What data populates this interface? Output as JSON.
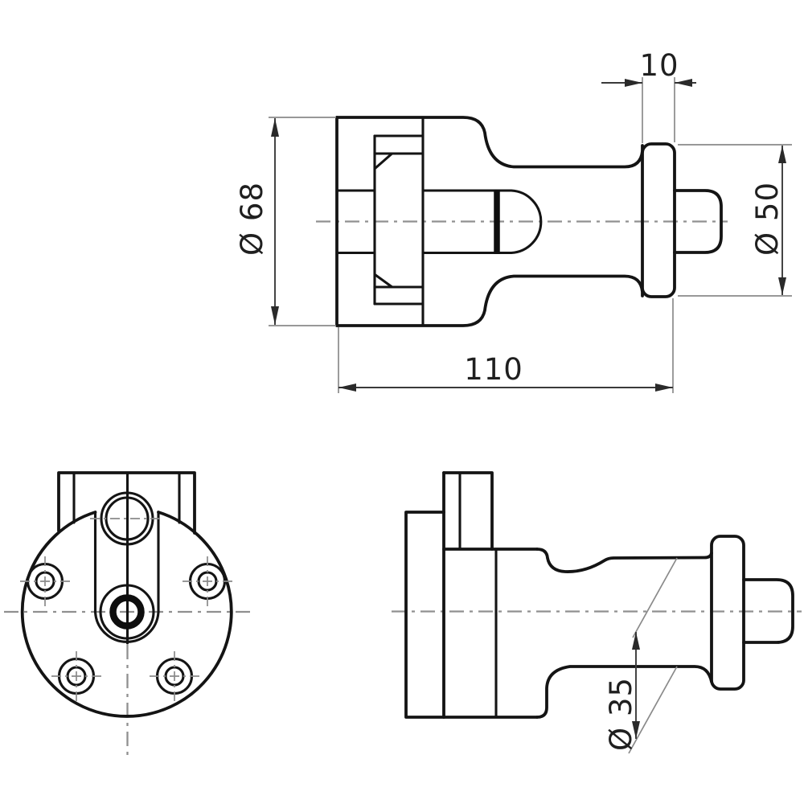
{
  "drawing": {
    "kind": "engineering-orthographic-views",
    "background_color": "#ffffff",
    "outline_color": "#141414",
    "centerline_color": "#909090",
    "dimension_color": "#3a3a3a",
    "views": {
      "top": "side elevation with section details",
      "bottom_left": "front view with bolt circle",
      "bottom_right": "side profile view"
    },
    "dimensions": {
      "overall_length": {
        "label": "110"
      },
      "flange_thickness": {
        "label": "10"
      },
      "body_diameter": {
        "label": "Ø 68"
      },
      "flange_diameter": {
        "label": "Ø 50"
      },
      "neck_diameter": {
        "label": "Ø 35"
      }
    }
  }
}
